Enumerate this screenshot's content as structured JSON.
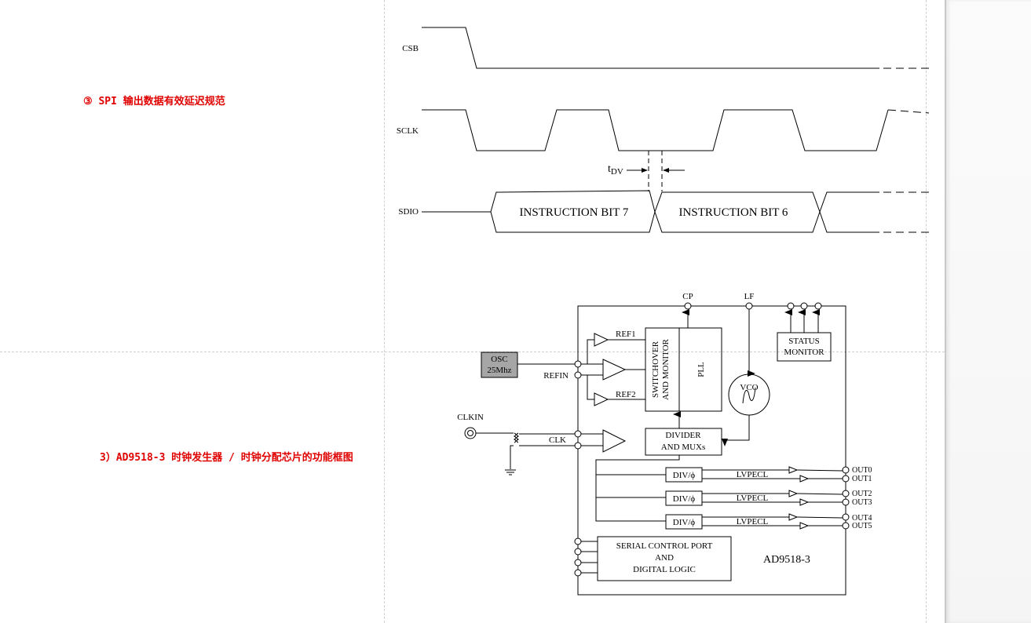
{
  "headings": {
    "spi_section": "③ SPI 输出数据有效延迟规范",
    "ad9518_section": "3）AD9518-3 时钟发生器 / 时钟分配芯片的功能框图"
  },
  "timing_diagram": {
    "signals": {
      "csb": "CSB",
      "sclk": "SCLK",
      "sdio": "SDIO"
    },
    "tdv_label": "t",
    "tdv_subscript": "DV",
    "data_cells": [
      "INSTRUCTION BIT 7",
      "INSTRUCTION BIT 6"
    ]
  },
  "block_diagram": {
    "chip_name": "AD9518-3",
    "pins": {
      "cp": "CP",
      "lf": "LF",
      "refin": "REFIN",
      "clkin": "CLKIN",
      "clk": "CLK"
    },
    "osc": {
      "line1": "OSC",
      "line2": "25Mhz"
    },
    "ref1": "REF1",
    "ref2": "REF2",
    "switchover": {
      "line1": "SWITCHOVER",
      "line2": "AND MONITOR"
    },
    "pll": "PLL",
    "vco": "VCO",
    "status_monitor": {
      "line1": "STATUS",
      "line2": "MONITOR"
    },
    "divider": {
      "line1": "DIVIDER",
      "line2": "AND MUXs"
    },
    "div_blocks": [
      "DIV/ϕ",
      "DIV/ϕ",
      "DIV/ϕ"
    ],
    "lvpecl": [
      "LVPECL",
      "LVPECL",
      "LVPECL"
    ],
    "outputs": [
      "OUT0",
      "OUT1",
      "OUT2",
      "OUT3",
      "OUT4",
      "OUT5"
    ],
    "serial_control": {
      "line1": "SERIAL CONTROL PORT",
      "line2": "AND",
      "line3": "DIGITAL LOGIC"
    }
  },
  "colors": {
    "heading_red": "#e00000",
    "osc_fill": "#a6a6a6"
  }
}
